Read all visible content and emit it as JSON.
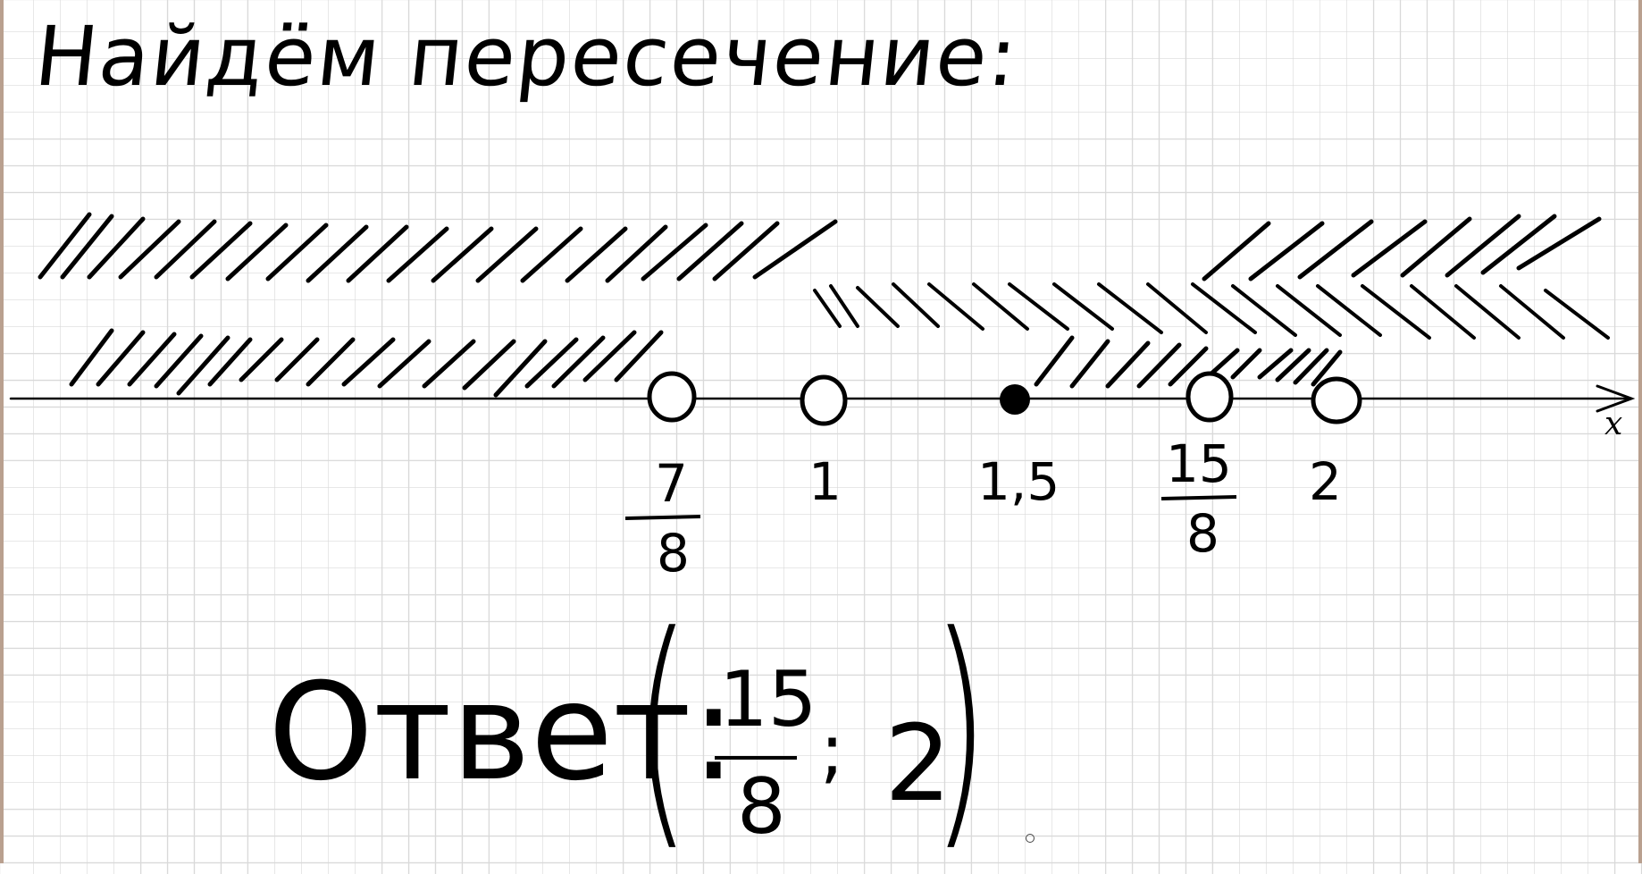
{
  "heading": "Найдём пересечение:",
  "axis": {
    "label": "x",
    "ticks": [
      {
        "id": "t78",
        "num": "7",
        "den": "8",
        "value": 0.875,
        "kind": "open"
      },
      {
        "id": "t1",
        "text": "1",
        "value": 1,
        "kind": "open"
      },
      {
        "id": "t15",
        "text": "1,5",
        "value": 1.5,
        "kind": "closed"
      },
      {
        "id": "t158",
        "num": "15",
        "den": "8",
        "value": 1.875,
        "kind": "open"
      },
      {
        "id": "t2",
        "text": "2",
        "value": 2,
        "kind": "open"
      }
    ]
  },
  "answer": {
    "word": "Ответ:",
    "open_paren": "(",
    "left_num": "15",
    "left_den": "8",
    "separator": ";",
    "right": "2",
    "close_paren": ")"
  },
  "colors": {
    "ink": "#000000",
    "grid": "#d9d9d9",
    "paper": "#ffffff",
    "frame": "#b9a08f"
  }
}
